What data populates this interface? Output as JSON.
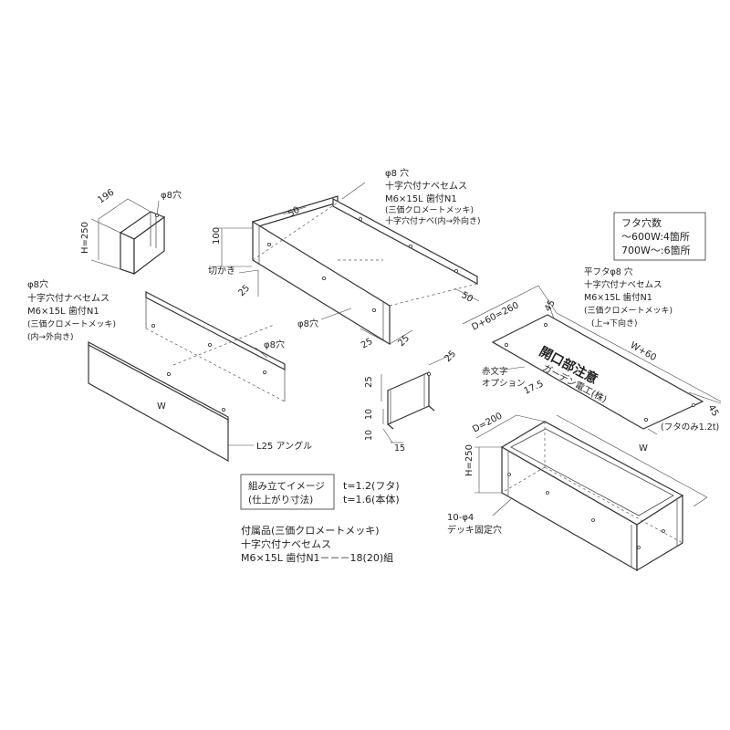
{
  "side_panel": {
    "depth": "196",
    "height": "H=250",
    "hole": "φ8穴"
  },
  "bracket_note": [
    "φ8穴",
    "十字穴付ナベセムス",
    "M6×15L 歯付N1",
    "(三価クロメートメッキ)",
    "(内→外向き)"
  ],
  "top_note": [
    "φ8 穴",
    "十字穴付ナベセムス",
    "M6×15L 歯付N1",
    "(三価クロメートメッキ)",
    "十字穴付ナベ(内→外向き)"
  ],
  "top_frame": {
    "d50a": "50",
    "d100": "100",
    "cut": "切かき",
    "d25a": "25",
    "d50b": "50",
    "hole": "φ8穴",
    "d25b": "25",
    "d25c": "25"
  },
  "lid_holes": {
    "title": "フタ穴数",
    "line1": "～600W:4箇所",
    "line2": "700W～:6箇所"
  },
  "lid_note": [
    "平フタφ8 穴",
    "十字穴付ナベセムス",
    "M6×15L 歯付N1",
    "(三価クロメートメッキ)",
    "(上→下向き)"
  ],
  "lid": {
    "d45a": "45",
    "depth": "D+60=260",
    "width": "W+60",
    "text_main": "開口部注意",
    "text_sub": "ガーデン電工(株)",
    "red": "赤文字",
    "option": "オプション",
    "d175": "17.5",
    "d45b": "45",
    "thickness": "(フタのみ1.2t)"
  },
  "front_frame": {
    "hole": "φ8穴",
    "width": "W",
    "angle": "L25 アングル"
  },
  "small_bracket": {
    "d25a": "25",
    "d25b": "25",
    "d10a": "10",
    "d10b": "10",
    "d15": "15"
  },
  "assembly": {
    "box_line1": "組み立てイメージ",
    "box_line2": "(仕上がり寸法)",
    "t1": "t=1.2(フタ)",
    "t2": "t=1.6(本体)"
  },
  "accessories": {
    "line1": "付属品(三価クロメートメッキ)",
    "line2": "十字穴付ナベセムス",
    "line3": "M6×15L 歯付N1－－－18(20)組"
  },
  "assembled": {
    "depth": "D=200",
    "height": "H=250",
    "width": "W",
    "holes": "10-φ4",
    "deck": "デッキ固定穴"
  }
}
